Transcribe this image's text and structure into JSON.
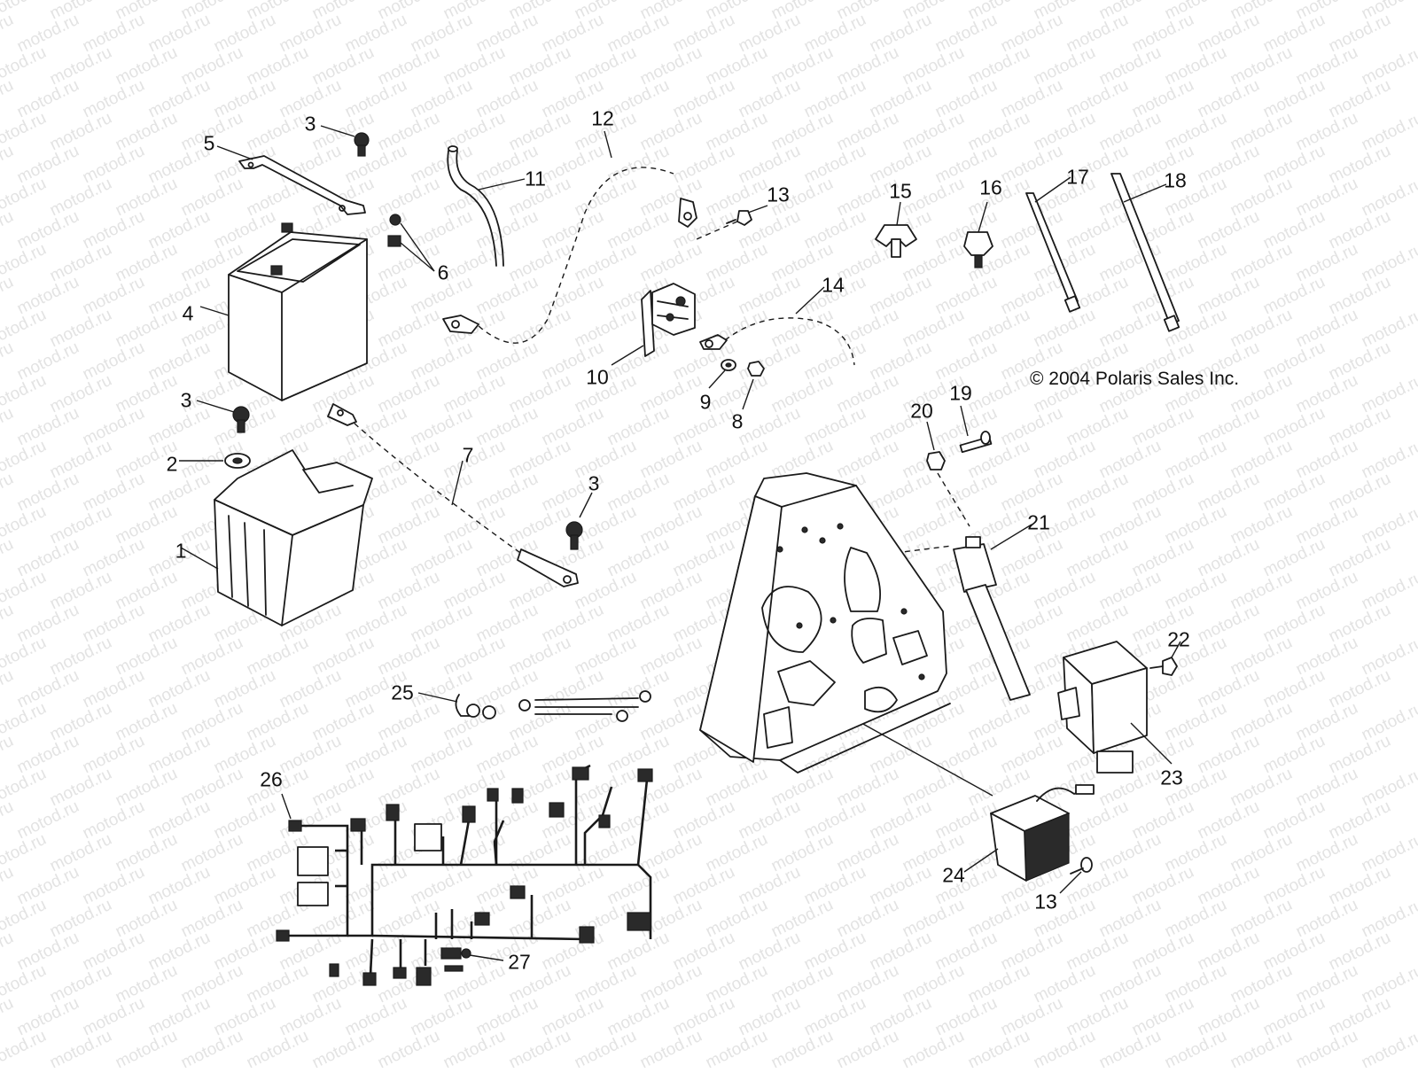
{
  "watermark": {
    "text": "motod.ru"
  },
  "copyright": "© 2004 Polaris Sales Inc.",
  "callouts": [
    {
      "id": "c1",
      "label": "1"
    },
    {
      "id": "c2",
      "label": "2"
    },
    {
      "id": "c3a",
      "label": "3"
    },
    {
      "id": "c3b",
      "label": "3"
    },
    {
      "id": "c3c",
      "label": "3"
    },
    {
      "id": "c4",
      "label": "4"
    },
    {
      "id": "c5",
      "label": "5"
    },
    {
      "id": "c6",
      "label": "6"
    },
    {
      "id": "c7",
      "label": "7"
    },
    {
      "id": "c8",
      "label": "8"
    },
    {
      "id": "c9",
      "label": "9"
    },
    {
      "id": "c10",
      "label": "10"
    },
    {
      "id": "c11",
      "label": "11"
    },
    {
      "id": "c12",
      "label": "12"
    },
    {
      "id": "c13a",
      "label": "13"
    },
    {
      "id": "c13b",
      "label": "13"
    },
    {
      "id": "c14",
      "label": "14"
    },
    {
      "id": "c15",
      "label": "15"
    },
    {
      "id": "c16",
      "label": "16"
    },
    {
      "id": "c17",
      "label": "17"
    },
    {
      "id": "c18",
      "label": "18"
    },
    {
      "id": "c19",
      "label": "19"
    },
    {
      "id": "c20",
      "label": "20"
    },
    {
      "id": "c21",
      "label": "21"
    },
    {
      "id": "c22",
      "label": "22"
    },
    {
      "id": "c23",
      "label": "23"
    },
    {
      "id": "c24",
      "label": "24"
    },
    {
      "id": "c25",
      "label": "25"
    },
    {
      "id": "c26",
      "label": "26"
    },
    {
      "id": "c27",
      "label": "27"
    }
  ]
}
